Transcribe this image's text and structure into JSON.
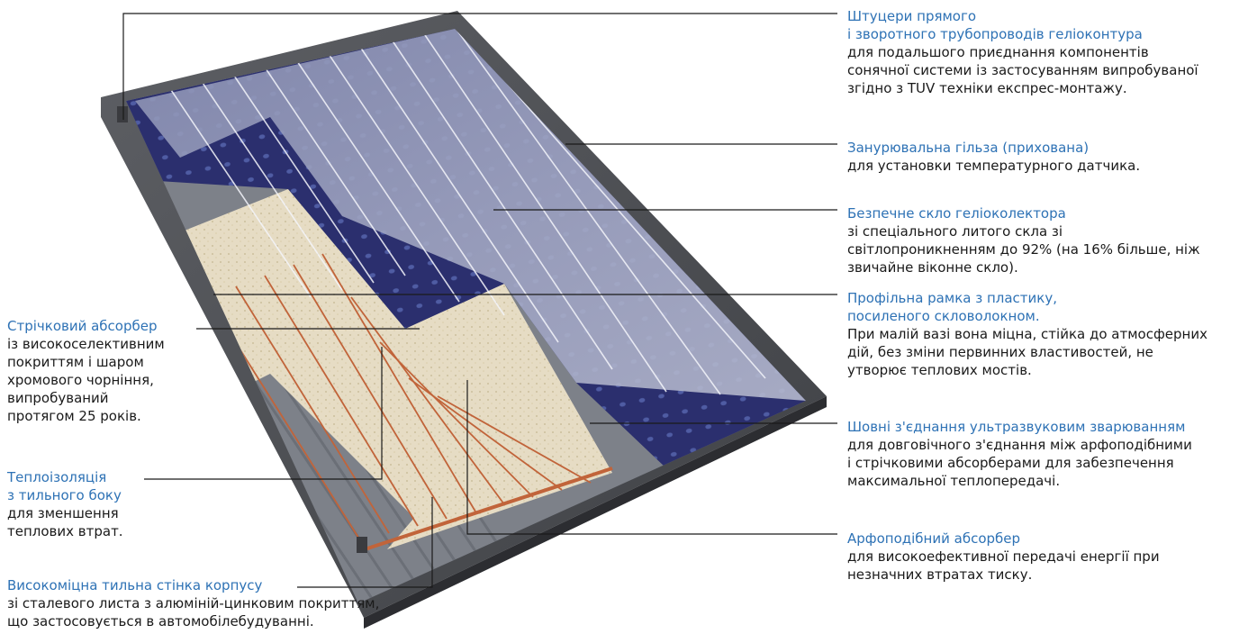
{
  "callouts": {
    "fittings": {
      "title": "Штуцери прямого\nі зворотного трубопроводів геліоконтура",
      "desc": "для подальшого приєднання компонентів\nсонячної системи із застосуванням випробуваної\nзгідно з TUV техніки експрес-монтажу."
    },
    "sleeve": {
      "title": "Занурювальна гільза (прихована)",
      "desc": "для установки температурного датчика."
    },
    "glass": {
      "title": "Безпечне скло геліоколектора",
      "desc": "зі спеціального литого скла зі\nсвітлопроникненням до 92% (на 16% більше, ніж\nзвичайне віконне скло)."
    },
    "frame": {
      "title": "Профільна рамка з пластику,\nпосиленого скловолокном.",
      "desc": "При малій вазі вона міцна, стійка до атмосферних\nдій, без зміни первинних властивостей, не\nутворює теплових мостів."
    },
    "welded": {
      "title": "Шовні з'єднання ультразвуковим зварюванням",
      "desc": "для довговічного з'єднання між арфоподібними\nі стрічковими абсорберами для забезпечення\nмаксимальної теплопередачі."
    },
    "harp": {
      "title": "Арфоподібний абсорбер",
      "desc": "для високоефективної передачі енергії при\nнезначних втратах тиску."
    },
    "strip": {
      "title": "Стрічковий абсорбер",
      "desc": "із високоселективним\nпокриттям і шаром\nхромового чорніння,\nвипробуваний\nпротягом 25 років."
    },
    "insulation": {
      "title": "Теплоізоляція\nз тильного боку",
      "desc": "для зменшення\nтеплових втрат."
    },
    "back": {
      "title": "Високоміцна тильна стінка корпусу",
      "desc": "зі сталевого листа з алюміній-цинковим покриттям,\nщо застосовується в автомобілебудуванні."
    }
  },
  "colors": {
    "accent": "#2e72b5",
    "text": "#1a1a1a",
    "absorber": "#2b2f6e",
    "glass": "#9aa1bd",
    "insulation": "#e6dcc4",
    "back": "#7d8189",
    "copper": "#c1643a",
    "frame": "#505257"
  }
}
